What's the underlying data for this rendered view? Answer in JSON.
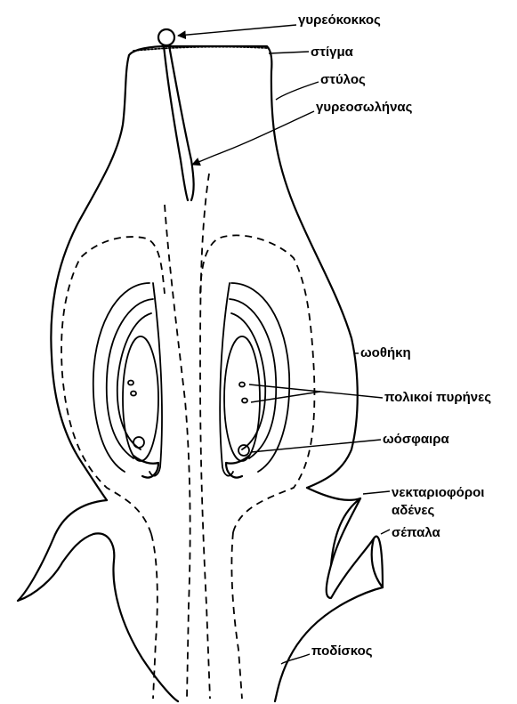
{
  "labels": {
    "pollen_grain": "γυρεόκοκκος",
    "stigma": "στίγμα",
    "style": "στύλος",
    "pollen_tube": "γυρεοσωλήνας",
    "ovary": "ωοθήκη",
    "polar_nuclei": "πολικοί πυρήνες",
    "egg_cell": "ωόσφαιρα",
    "nectaries_line1": "νεκταριοφόροι",
    "nectaries_line2": "αδένες",
    "sepals": "σέπαλα",
    "pedicel": "ποδίσκος"
  }
}
